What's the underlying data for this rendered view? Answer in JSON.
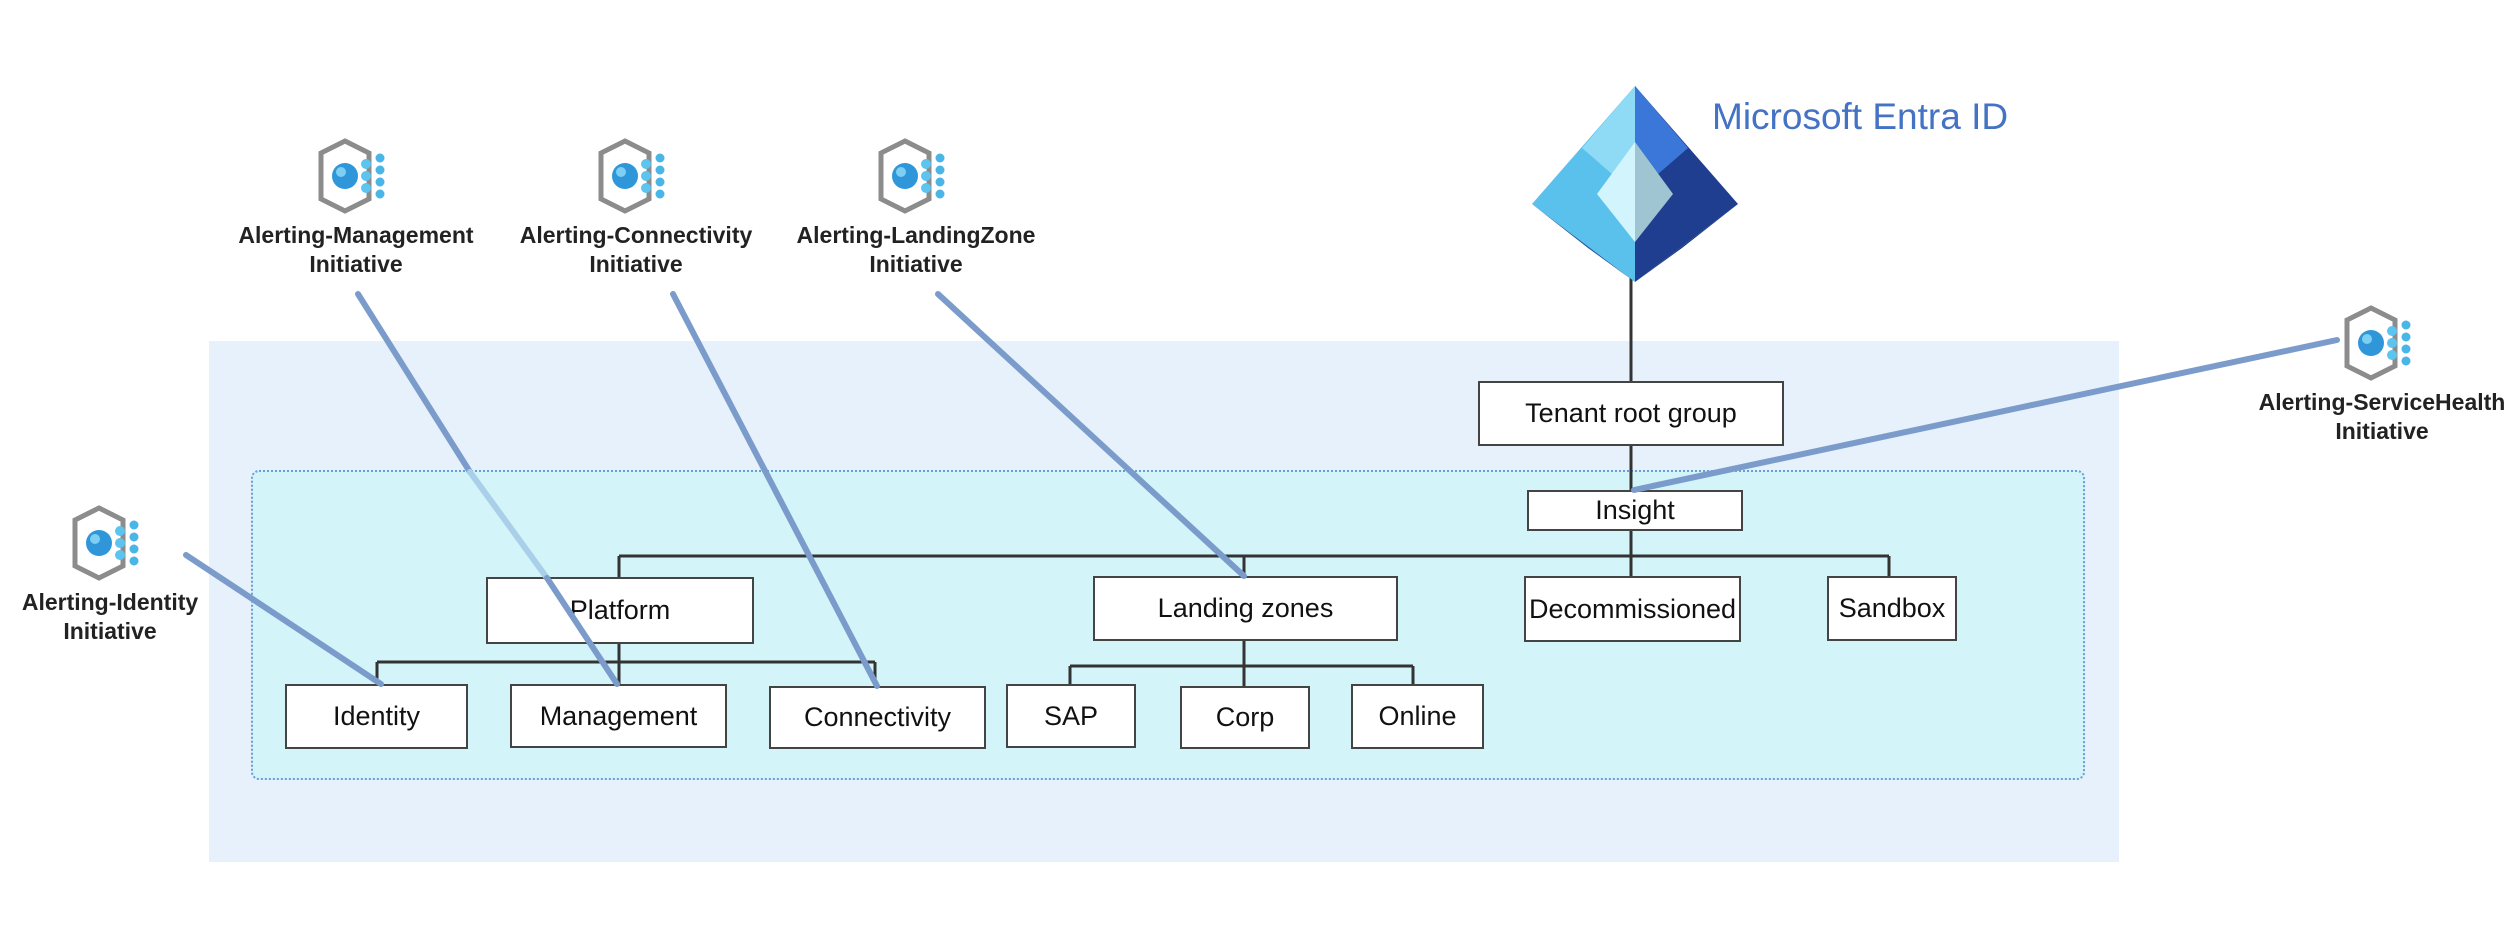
{
  "entra": {
    "title": "Microsoft Entra ID",
    "icon": "entra-id-icon"
  },
  "initiatives": [
    {
      "key": "management",
      "line1": "Alerting-Management",
      "line2": "Initiative"
    },
    {
      "key": "connectivity",
      "line1": "Alerting-Connectivity",
      "line2": "Initiative"
    },
    {
      "key": "landingzone",
      "line1": "Alerting-LandingZone",
      "line2": "Initiative"
    },
    {
      "key": "servicehealth",
      "line1": "Alerting-ServiceHealth",
      "line2": "Initiative"
    },
    {
      "key": "identity",
      "line1": "Alerting-Identity",
      "line2": "Initiative"
    }
  ],
  "groups": {
    "tenant_root": "Tenant root group",
    "insight": "Insight",
    "platform": "Platform",
    "landing_zones": "Landing zones",
    "decommissioned": "Decommissioned",
    "sandbox": "Sandbox",
    "identity": "Identity",
    "management": "Management",
    "connectivity": "Connectivity",
    "sap": "SAP",
    "corp": "Corp",
    "online": "Online"
  },
  "colors": {
    "outer_region": "#e6f1fb",
    "inner_region": "#d3f4f9",
    "assignment_line": "#7b9ccb",
    "tree_line": "#333333",
    "entra_title": "#4472c4"
  }
}
